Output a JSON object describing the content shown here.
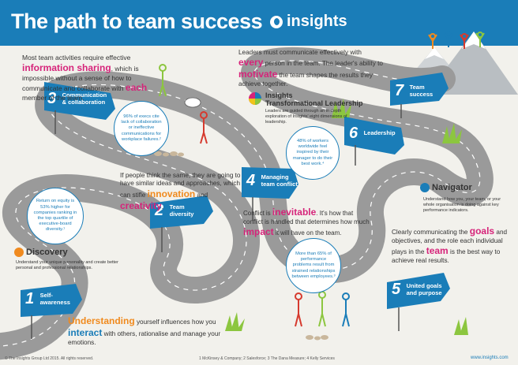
{
  "header": {
    "title": "The path to team success",
    "logo": "insights",
    "colors": {
      "band": "#1a7db8",
      "road": "#9a9a9a",
      "sign": "#1a7db8",
      "pink": "#d6247a",
      "orange": "#f08a1e"
    }
  },
  "intro": {
    "pre": "Most team activities require effective",
    "hl1": "information sharing",
    "mid": ", which is impossible without a sense of how to communicate and collaborate with",
    "hl2": "each",
    "post": "member of the team."
  },
  "leaders": {
    "pre": "Leaders must communicate effectively with",
    "hl1": "every",
    "mid": "person in the team. The leader's ability to",
    "hl2": "motivate",
    "post": "the team shapes the results they achieve together."
  },
  "itl": {
    "brand_line1": "Insights",
    "brand_line2": "Transformational Leadership",
    "desc": "Leaders are guided through an in depth exploration of Insights' eight dimensions of leadership."
  },
  "bubbles": {
    "b1": "96% of execs cite lack of collaboration or ineffective communications for workplace failures.²",
    "b2": "Return on equity is 53% higher for companies ranking in the top quartile of executive-board diversity.¹",
    "b3": "48% of workers worldwide feel inspired by their manager to do their best work.⁴",
    "b4": "More than 65% of performance problems result from strained relationships between employees.³"
  },
  "think": {
    "pre": "If people think the same, they are going to have similar ideas and approaches, which can stifle",
    "hl1": "innovation",
    "mid": "and",
    "hl2": "creativity",
    "post": "."
  },
  "conflict": {
    "pre": "Conflict is",
    "hl1": "inevitable",
    "mid": ". It's how that conflict is handled that determines how much",
    "hl2": "impact",
    "post": "it will have on the team."
  },
  "navigator": {
    "brand": "Navigator",
    "desc": "Understand how you, your team, or your whole organisation is doing against key performance indicators."
  },
  "goals": {
    "pre": "Clearly communicating the",
    "hl1": "goals",
    "mid": "and objectives, and the role each individual plays in the",
    "hl2": "team",
    "post": "is the best way to achieve real results."
  },
  "discovery": {
    "brand": "Discovery",
    "desc": "Understand your unique personality and create better personal and professional relationships."
  },
  "understanding": {
    "hl1": "Understanding",
    "mid": "yourself influences how you",
    "hl2": "interact",
    "post": "with others, rationalise and manage your emotions."
  },
  "signs": [
    {
      "num": "1",
      "label": "Self-\nawareness"
    },
    {
      "num": "2",
      "label": "Team\ndiversity"
    },
    {
      "num": "3",
      "label": "Communication\n& collaboration"
    },
    {
      "num": "4",
      "label": "Managing\nteam conflict"
    },
    {
      "num": "5",
      "label": "United goals\nand purpose"
    },
    {
      "num": "6",
      "label": "Leadership"
    },
    {
      "num": "7",
      "label": "Team\nsuccess"
    }
  ],
  "footer": {
    "copyright": "© The Insights Group Ltd 2015. All rights reserved.",
    "sources": "1 McKinsey & Company; 2 Salesforce; 3 The Dana Measure; 4 Kelly Services",
    "url": "www.insights.com"
  }
}
